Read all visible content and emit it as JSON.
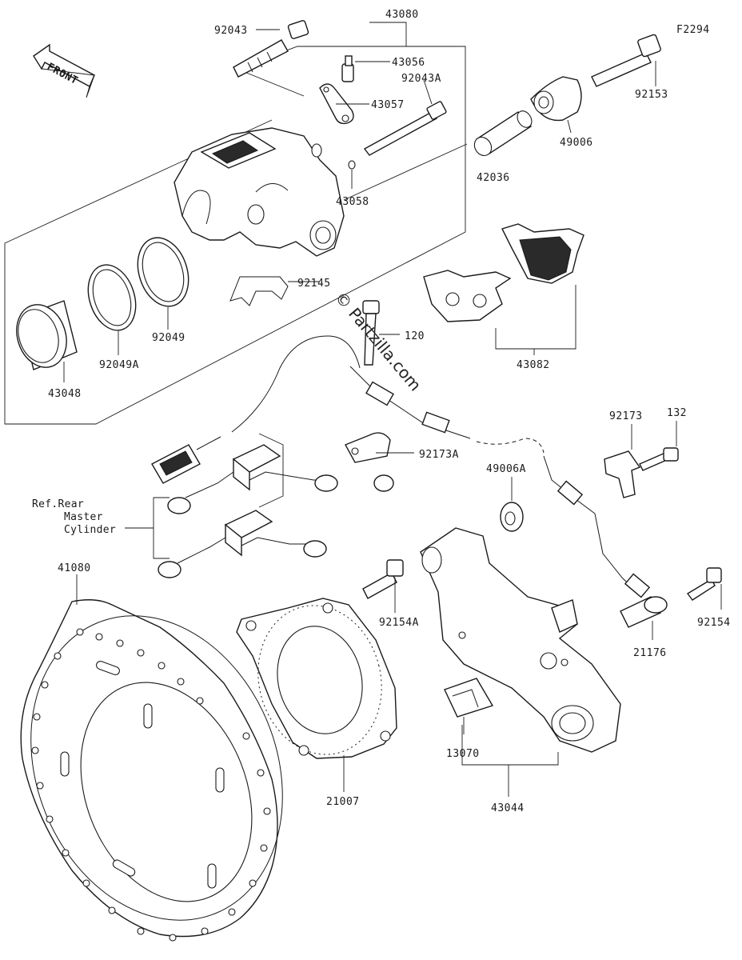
{
  "diagram": {
    "figure_code": "F2294",
    "front_label": "FRONT",
    "watermark": "© Partzilla.com",
    "reference_note": [
      "Ref.Rear",
      "Master",
      "Cylinder"
    ],
    "parts": {
      "p92043": "92043",
      "p43080": "43080",
      "p43056": "43056",
      "p92043A": "92043A",
      "p43057": "43057",
      "p43058": "43058",
      "p42036": "42036",
      "p49006": "49006",
      "p92153": "92153",
      "p92145": "92145",
      "p92049": "92049",
      "p92049A": "92049A",
      "p43048": "43048",
      "p43082": "43082",
      "p120": "120",
      "p92173A": "92173A",
      "p92173": "92173",
      "p132": "132",
      "p49006A": "49006A",
      "p41080": "41080",
      "p92154A": "92154A",
      "p92154": "92154",
      "p21176": "21176",
      "p21007": "21007",
      "p13070": "13070",
      "p43044": "43044"
    }
  }
}
